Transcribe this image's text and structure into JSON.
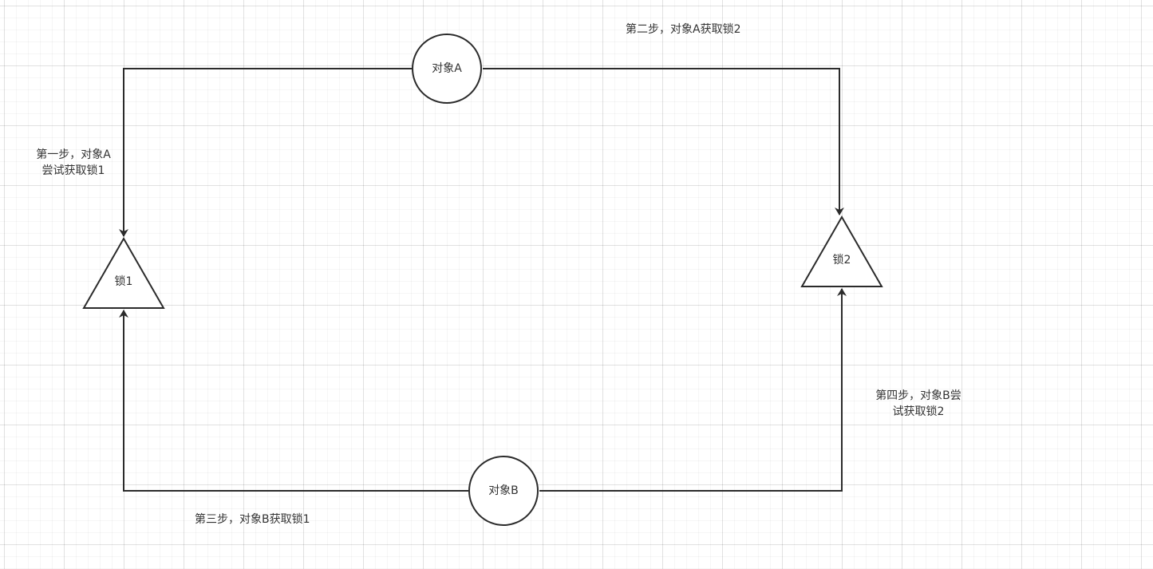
{
  "nodes": {
    "object_a": "对象A",
    "object_b": "对象B",
    "lock_1": "锁1",
    "lock_2": "锁2"
  },
  "steps": {
    "step1_line1": "第一步，对象A",
    "step1_line2": "尝试获取锁1",
    "step2": "第二步，对象A获取锁2",
    "step3": "第三步，对象B获取锁1",
    "step4_line1": "第四步，对象B尝",
    "step4_line2": "试获取锁2"
  },
  "colors": {
    "stroke": "#2b2b2b",
    "text": "#333333",
    "background": "#ffffff"
  }
}
